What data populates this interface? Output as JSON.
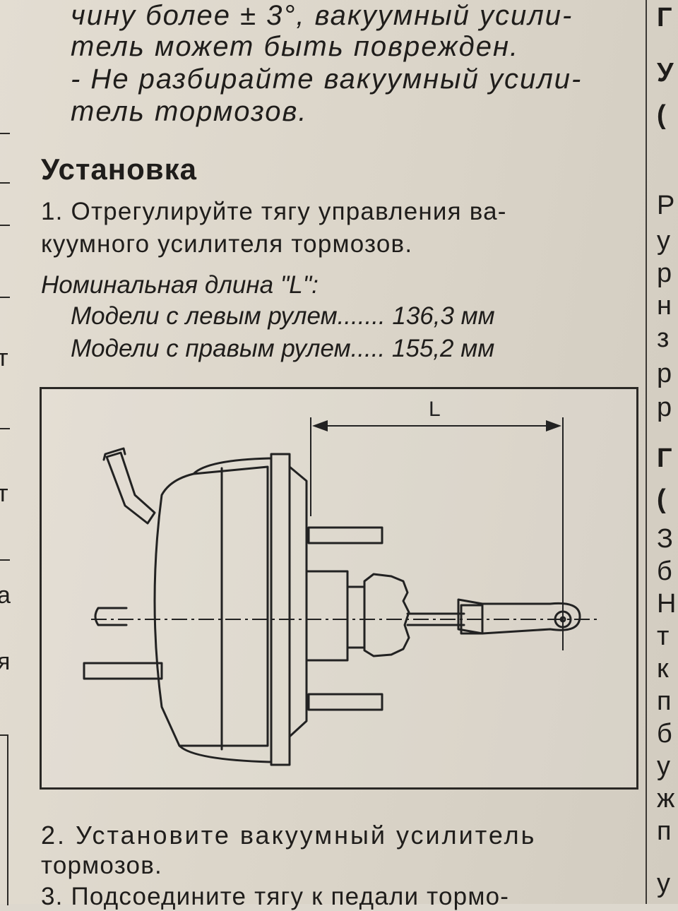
{
  "top_text": {
    "line1": "чину более ± 3°, вакуумный усили-",
    "line2": "тель может быть поврежден.",
    "line3": "- Не разбирайте вакуумный усили-",
    "line4": "тель тормозов."
  },
  "section": {
    "heading": "Установка",
    "step1_line1": "1. Отрегулируйте тягу управления ва-",
    "step1_line2": "куумного усилителя тормозов.",
    "nominal_label": "Номинальная длина \"L\":",
    "spec_lhd": "Модели с левым рулем....... 136,3 мм",
    "spec_rhd": "Модели с правым рулем..... 155,2 мм"
  },
  "figure": {
    "dimension_label": "L"
  },
  "steps_after": {
    "step2_line1": "2. Установите вакуумный усилитель",
    "step2_line2": "тормозов.",
    "step3_line1": "3. Подсоедините тягу к педали тормо-"
  },
  "right_column_fragments": [
    "Г",
    "У",
    "(",
    "Р",
    "у",
    "р",
    "н",
    "з",
    "р",
    "р",
    "Г",
    "(",
    "З",
    "б",
    "Н",
    "т",
    "к",
    "п",
    "б",
    "у",
    "ж",
    "п",
    "у"
  ],
  "left_margin_fragments": [
    "т",
    "т",
    "а",
    "я"
  ]
}
